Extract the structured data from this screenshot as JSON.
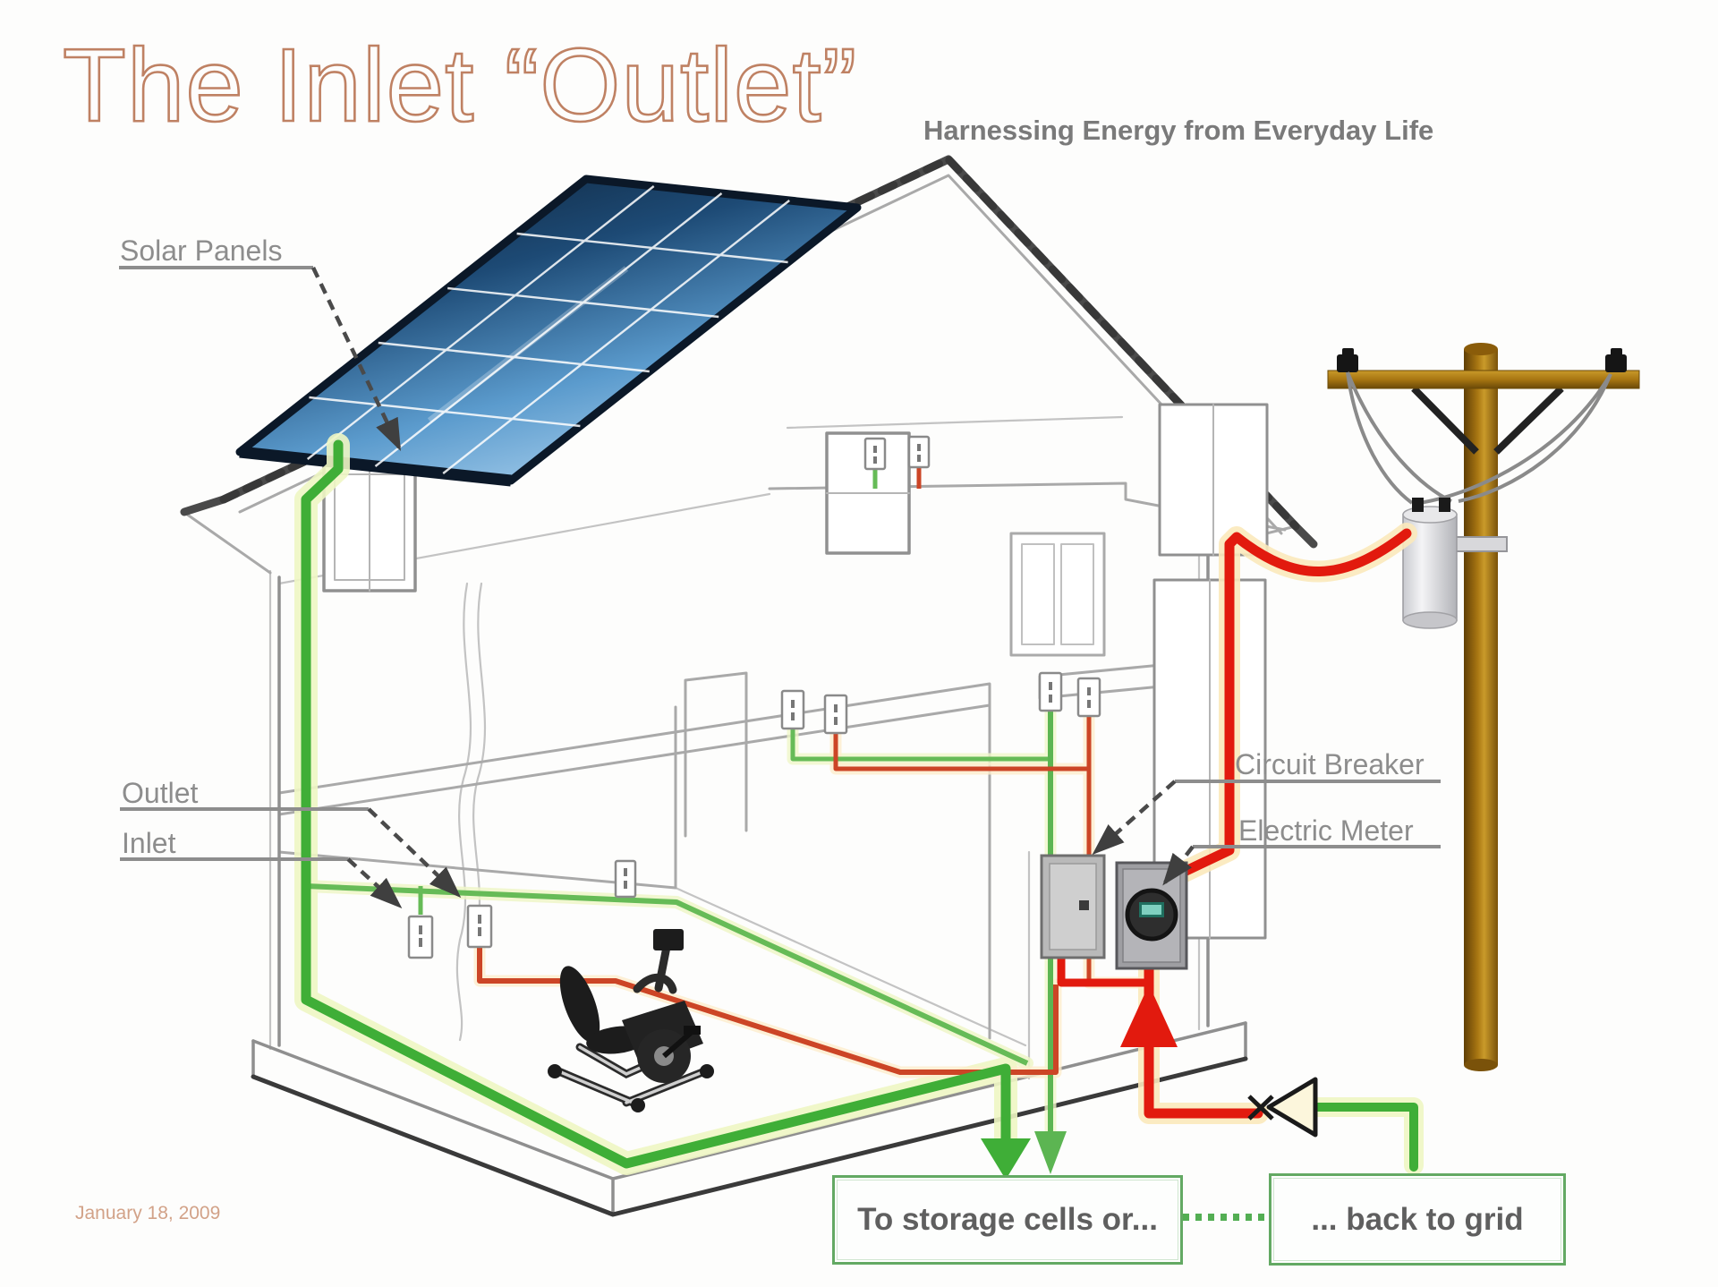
{
  "header": {
    "title": "The Inlet “Outlet”",
    "subtitle": "Harnessing Energy from Everyday Life"
  },
  "labels": {
    "solar_panels": "Solar Panels",
    "outlet": "Outlet",
    "inlet": "Inlet",
    "circuit_breaker": "Circuit Breaker",
    "electric_meter": "Electric Meter"
  },
  "flow_boxes": {
    "storage": "To storage cells or...",
    "grid": "... back to grid"
  },
  "footer": {
    "date": "January 18, 2009"
  },
  "colors": {
    "title_salmon": "#bf8163",
    "label_gray": "#8d8d8d",
    "subtitle_gray": "#7a7a7a",
    "wire_green": "#3fae37",
    "wire_red": "#e21a0e",
    "box_border_green": "#63a963",
    "pole_brown": "#a87612",
    "solar_panel_blue": "#2b5f8e"
  }
}
